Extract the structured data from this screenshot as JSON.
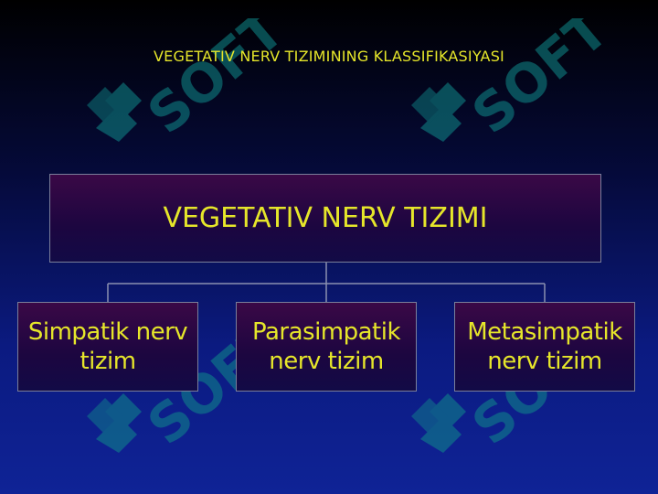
{
  "title": "VEGETATIV NERV TIZIMINING KLASSIFIKASIYASI",
  "root": "VEGETATIV NERV TIZIMI",
  "children": [
    "Simpatik nerv tizim",
    "Parasimpatik nerv tizim",
    "Metasimpatik nerv tizim"
  ],
  "watermark": {
    "text": "SOFT",
    "color": "#0f8a8a"
  },
  "colors": {
    "text": "#e6e62a",
    "box_top": "#3a0846",
    "box_bottom": "#120a46",
    "connector": "#8a90b0"
  }
}
